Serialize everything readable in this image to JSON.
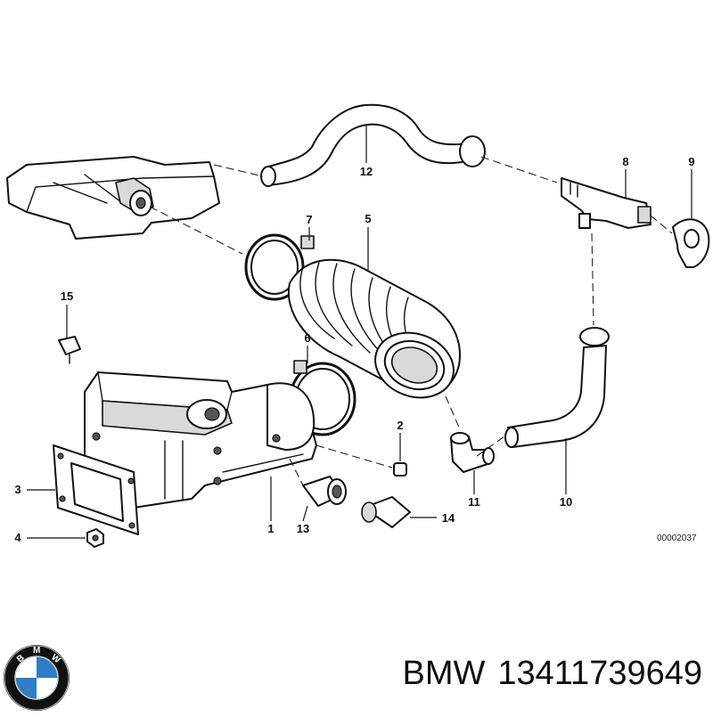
{
  "diagram": {
    "callouts": [
      {
        "id": "c1",
        "label": "1"
      },
      {
        "id": "c2",
        "label": "2"
      },
      {
        "id": "c3",
        "label": "3"
      },
      {
        "id": "c4",
        "label": "4"
      },
      {
        "id": "c5",
        "label": "5"
      },
      {
        "id": "c6",
        "label": "6"
      },
      {
        "id": "c7",
        "label": "7"
      },
      {
        "id": "c8",
        "label": "8"
      },
      {
        "id": "c9",
        "label": "9"
      },
      {
        "id": "c10",
        "label": "10"
      },
      {
        "id": "c11",
        "label": "11"
      },
      {
        "id": "c12",
        "label": "12"
      },
      {
        "id": "c13",
        "label": "13"
      },
      {
        "id": "c14",
        "label": "14"
      },
      {
        "id": "c15",
        "label": "15"
      }
    ],
    "diagram_id": "00002037"
  },
  "caption": {
    "brand": "BMW",
    "part_number": "13411739649"
  },
  "logo": {
    "icon": "bmw-roundel-icon",
    "letters": "BMW",
    "colors": {
      "ring": "#111111",
      "blue": "#2f7dc6",
      "white": "#ffffff"
    }
  }
}
